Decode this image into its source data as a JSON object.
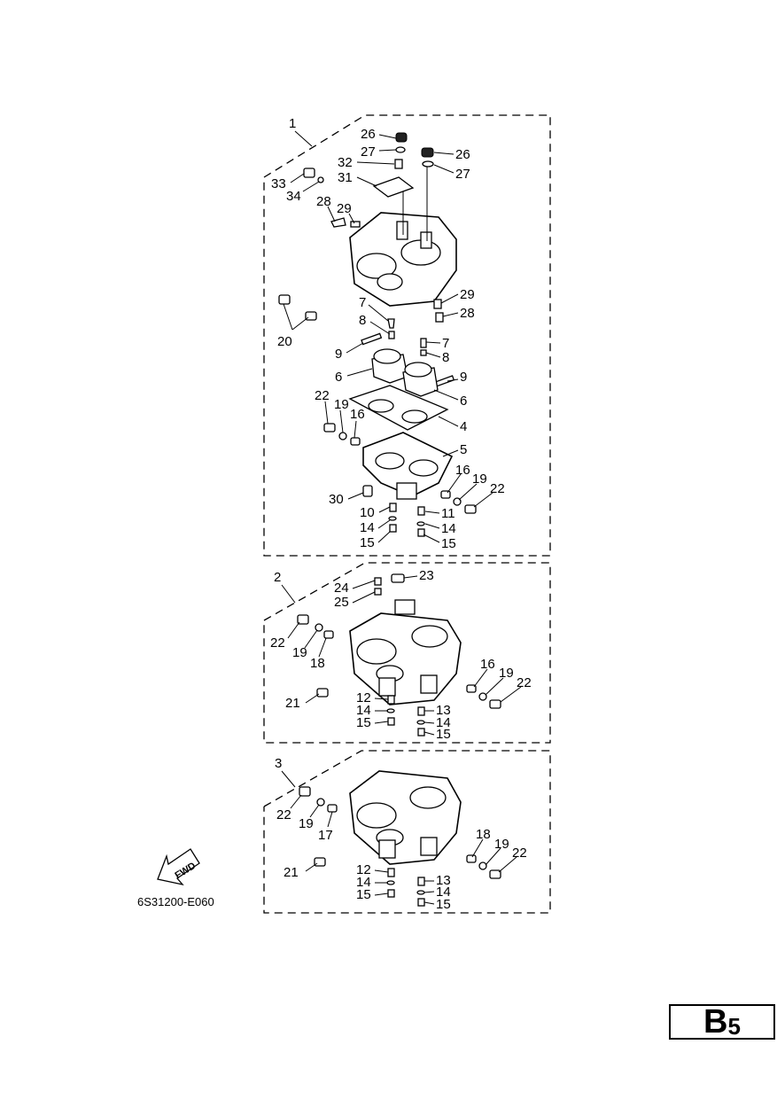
{
  "diagram": {
    "figure_code": "6S31200-E060",
    "fwd_label": "FWD",
    "page_tag": {
      "letter": "B",
      "number": "5"
    },
    "group1": {
      "ref": "1",
      "callouts": [
        "26",
        "27",
        "32",
        "31",
        "33",
        "34",
        "28",
        "29",
        "26",
        "27",
        "29",
        "28",
        "20",
        "7",
        "8",
        "9",
        "6",
        "7",
        "8",
        "9",
        "6",
        "4",
        "22",
        "19",
        "16",
        "5",
        "16",
        "19",
        "22",
        "30",
        "10",
        "11",
        "14",
        "14",
        "15",
        "15"
      ]
    },
    "group2": {
      "ref": "2",
      "callouts": [
        "24",
        "23",
        "25",
        "22",
        "19",
        "18",
        "16",
        "19",
        "22",
        "21",
        "12",
        "14",
        "13",
        "15",
        "14",
        "15"
      ]
    },
    "group3": {
      "ref": "3",
      "callouts": [
        "22",
        "19",
        "17",
        "18",
        "19",
        "22",
        "21",
        "12",
        "13",
        "14",
        "14",
        "15",
        "15"
      ]
    }
  }
}
